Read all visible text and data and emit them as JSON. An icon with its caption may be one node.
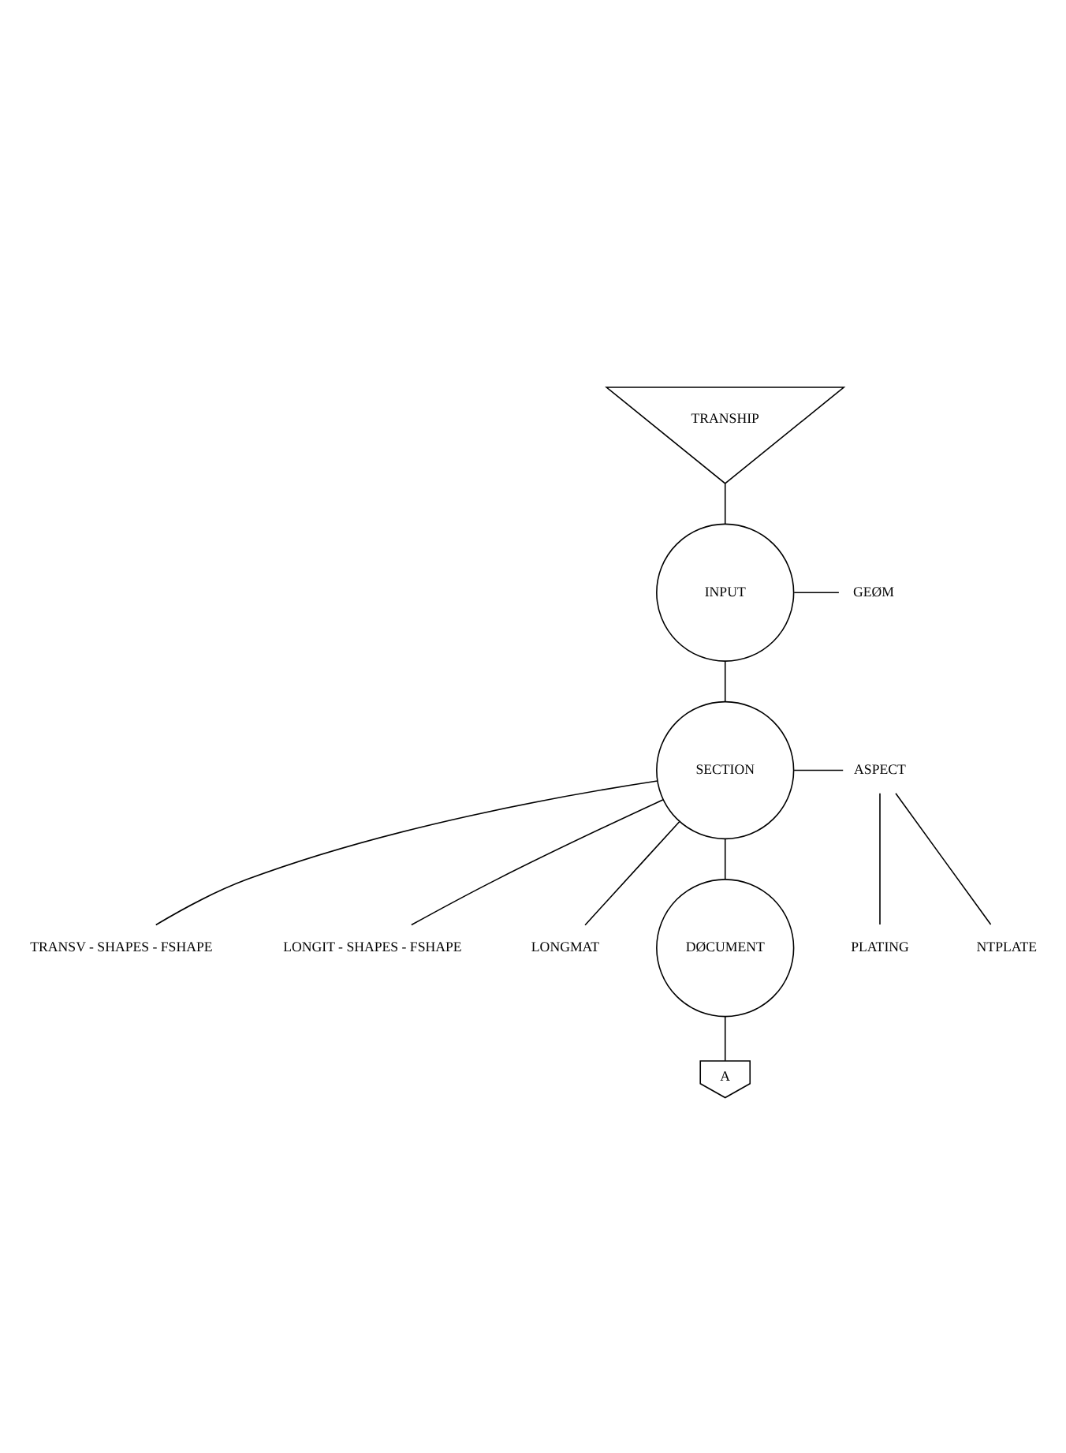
{
  "diagram": {
    "nodes": [
      {
        "text": [
          "TRANSHIP"
        ]
      },
      {
        "text": [
          "INPUT"
        ]
      },
      {
        "text": [
          "GEØM"
        ]
      },
      {
        "text": [
          "SECTION"
        ]
      },
      {
        "text": [
          "ASPECT"
        ]
      },
      {
        "text": [
          "PLATING"
        ]
      },
      {
        "text": [
          "NTPLATE"
        ]
      },
      {
        "text": [
          "TRANSV - SHAPES - FSHAPE"
        ]
      },
      {
        "text": [
          "LONGIT - SHAPES - FSHAPE"
        ]
      },
      {
        "text": [
          "LONGMAT"
        ]
      },
      {
        "text": [
          "DØCUMENT"
        ]
      },
      {
        "text": [
          "A"
        ]
      }
    ],
    "edges": [
      {
        "from": 0,
        "to": 1,
        "arrow": "none"
      },
      {
        "from": 1,
        "to": 2,
        "arrow": "none"
      },
      {
        "from": 1,
        "to": 3,
        "arrow": "none"
      },
      {
        "from": 3,
        "to": 4,
        "arrow": "none"
      },
      {
        "from": 4,
        "to": 5,
        "arrow": "none"
      },
      {
        "from": 4,
        "to": 6,
        "arrow": "none"
      },
      {
        "from": 3,
        "to": 7,
        "arrow": "none"
      },
      {
        "from": 3,
        "to": 8,
        "arrow": "none"
      },
      {
        "from": 3,
        "to": 9,
        "arrow": "none"
      },
      {
        "from": 3,
        "to": 10,
        "arrow": "none"
      },
      {
        "from": 10,
        "to": 11,
        "arrow": "none"
      }
    ]
  }
}
